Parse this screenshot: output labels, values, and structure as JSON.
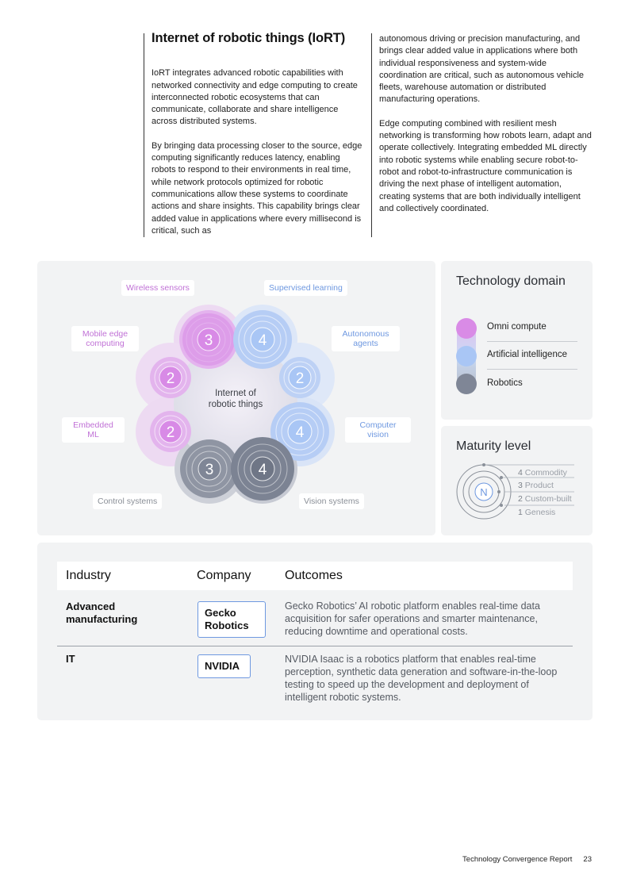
{
  "article": {
    "heading": "Internet of robotic things (IoRT)",
    "paragraph1": "IoRT integrates advanced robotic capabilities with networked connectivity and edge computing to create interconnected robotic ecosystems that can communicate, collaborate and share intelligence across distributed systems.",
    "paragraph2": "By bringing data processing closer to the source, edge computing significantly reduces latency, enabling robots to respond to their environments in real time, while network protocols optimized for robotic communications allow these systems to coordinate actions and share insights. This capability brings clear added value in applications where every millisecond is critical, such as",
    "paragraph3": "autonomous driving or precision manufacturing, and brings clear added value in applications where both individual responsiveness and system-wide coordination are critical, such as autonomous vehicle fleets, warehouse automation or distributed manufacturing operations.",
    "paragraph4": "Edge computing combined with resilient mesh networking is transforming how robots learn, adapt and operate collectively. Integrating embedded ML directly into robotic systems while enabling secure robot-to-robot and robot-to-infrastructure communication is driving the next phase of intelligent automation, creating systems that are both individually intelligent and collectively coordinated."
  },
  "diagram": {
    "center_label": "Internet of robotic things",
    "labels": {
      "wireless_sensors": "Wireless sensors",
      "supervised_learning": "Supervised learning",
      "mobile_edge_computing": "Mobile edge computing",
      "autonomous_agents": "Autonomous agents",
      "embedded_ml": "Embedded ML",
      "computer_vision": "Computer vision",
      "control_systems": "Control systems",
      "vision_systems": "Vision systems"
    },
    "nodes": [
      {
        "technology": "Wireless sensors",
        "domain": "Omni compute",
        "maturity": "3"
      },
      {
        "technology": "Supervised learning",
        "domain": "Artificial intelligence",
        "maturity": "4"
      },
      {
        "technology": "Mobile edge computing",
        "domain": "Omni compute",
        "maturity": "2"
      },
      {
        "technology": "Autonomous agents",
        "domain": "Artificial intelligence",
        "maturity": "2"
      },
      {
        "technology": "Embedded ML",
        "domain": "Omni compute",
        "maturity": "2"
      },
      {
        "technology": "Computer vision",
        "domain": "Artificial intelligence",
        "maturity": "4"
      },
      {
        "technology": "Control systems",
        "domain": "Robotics",
        "maturity": "3"
      },
      {
        "technology": "Vision systems",
        "domain": "Robotics",
        "maturity": "4"
      }
    ],
    "colors": {
      "omni_compute": "#d98be6",
      "artificial_intelligence": "#a9c6f5",
      "robotics": "#7f8696"
    }
  },
  "technology_domain": {
    "title": "Technology domain",
    "items": [
      "Omni compute",
      "Artificial intelligence",
      "Robotics"
    ]
  },
  "maturity": {
    "title": "Maturity level",
    "center": "N",
    "levels": [
      {
        "num": "4",
        "name": "Commodity"
      },
      {
        "num": "3",
        "name": "Product"
      },
      {
        "num": "2",
        "name": "Custom-built"
      },
      {
        "num": "1",
        "name": "Genesis"
      }
    ]
  },
  "table": {
    "headers": {
      "industry": "Industry",
      "company": "Company",
      "outcomes": "Outcomes"
    },
    "rows": [
      {
        "industry": "Advanced manufacturing",
        "company": "Gecko Robotics",
        "outcome": "Gecko Robotics’ AI robotic platform enables real-time data acquisition for safer operations and smarter maintenance, reducing downtime and operational costs."
      },
      {
        "industry": "IT",
        "company": "NVIDIA",
        "outcome": "NVIDIA Isaac is a robotics platform that enables real-time perception, synthetic data generation and software-in-the-loop testing to speed up the development and deployment of intelligent robotic systems."
      }
    ]
  },
  "footer": {
    "report_name": "Technology Convergence Report",
    "page_number": "23"
  }
}
